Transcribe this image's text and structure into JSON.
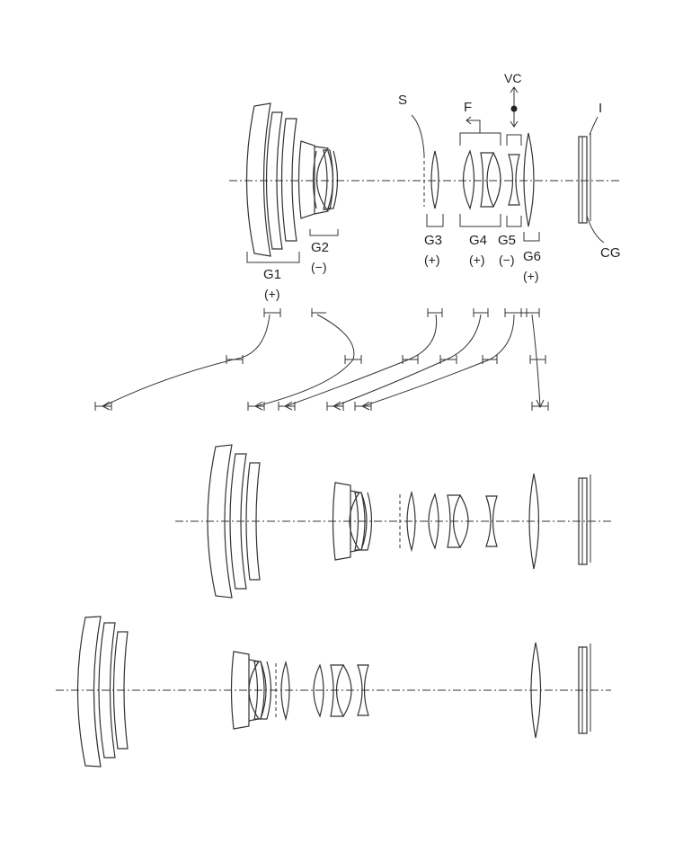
{
  "labels": {
    "S": "S",
    "F": "F",
    "VC": "VC",
    "I": "I",
    "CG": "CG",
    "G1": "G1",
    "G1_sign": "(+)",
    "G2": "G2",
    "G2_sign": "(−)",
    "G3": "G3",
    "G3_sign": "(+)",
    "G4": "G4",
    "G4_sign": "(+)",
    "G5": "G5",
    "G5_sign": "(−)",
    "G6": "G6",
    "G6_sign": "(+)"
  },
  "colors": {
    "stroke": "#333333",
    "background": "#ffffff"
  }
}
